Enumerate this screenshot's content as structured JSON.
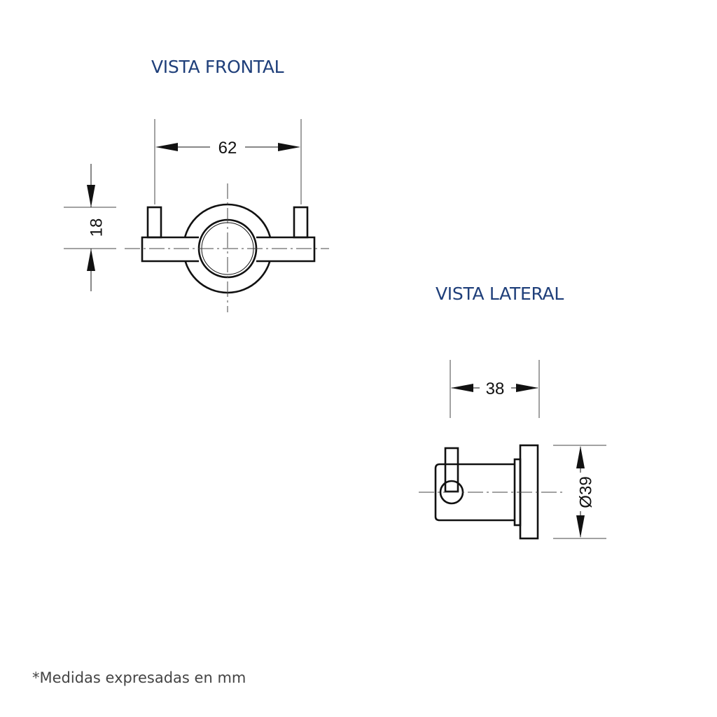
{
  "front_view": {
    "title": "VISTA FRONTAL",
    "dim_width": "62",
    "dim_height": "18"
  },
  "side_view": {
    "title": "VISTA LATERAL",
    "dim_depth": "38",
    "dim_diameter": "Ø39"
  },
  "footnote": "*Medidas expresadas en mm"
}
